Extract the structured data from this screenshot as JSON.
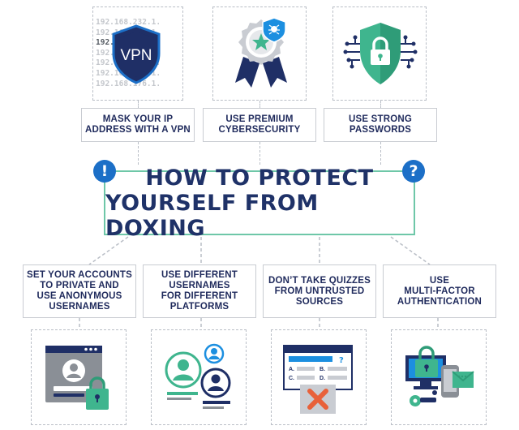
{
  "title": {
    "line1": "HOW TO PROTECT",
    "line2": "YOURSELF FROM DOXING"
  },
  "title_icons": {
    "left": "!",
    "right": "?"
  },
  "vpn_icon": {
    "badge_text": "VPN",
    "ip_addresses": [
      "192.168.232.1.",
      "192.168.184.1.",
      "192.168.235.1.",
      "192.168.175.1.",
      "192.168.174.1.",
      "192.168.174.1.",
      "192.168.176.1."
    ]
  },
  "top_tips": [
    {
      "label": "MASK YOUR IP\nADDRESS WITH A VPN",
      "icon": "vpn-shield-icon"
    },
    {
      "label": "USE PREMIUM\nCYBERSECURITY",
      "icon": "award-ribbon-icon"
    },
    {
      "label": "USE STRONG\nPASSWORDS",
      "icon": "lock-shield-icon"
    }
  ],
  "bottom_tips": [
    {
      "label": "SET YOUR ACCOUNTS\nTO PRIVATE AND\nUSE ANONYMOUS\nUSERNAMES",
      "icon": "private-account-icon"
    },
    {
      "label": "USE DIFFERENT\nUSERNAMES\nFOR DIFFERENT\nPLATFORMS",
      "icon": "multiple-users-icon"
    },
    {
      "label": "DON’T TAKE QUIZZES\nFROM UNTRUSTED\nSOURCES",
      "icon": "quiz-reject-icon"
    },
    {
      "label": "USE\nMULTI-FACTOR\nAUTHENTICATION",
      "icon": "mfa-icon"
    }
  ],
  "quiz_icon": {
    "options": [
      "A.",
      "B.",
      "C.",
      "D."
    ],
    "mark": "?"
  },
  "colors": {
    "navy": "#1f2a5c",
    "blue": "#1c6fc7",
    "teal": "#3fb58e",
    "orange": "#e8613a",
    "gray": "#8a8f96"
  }
}
